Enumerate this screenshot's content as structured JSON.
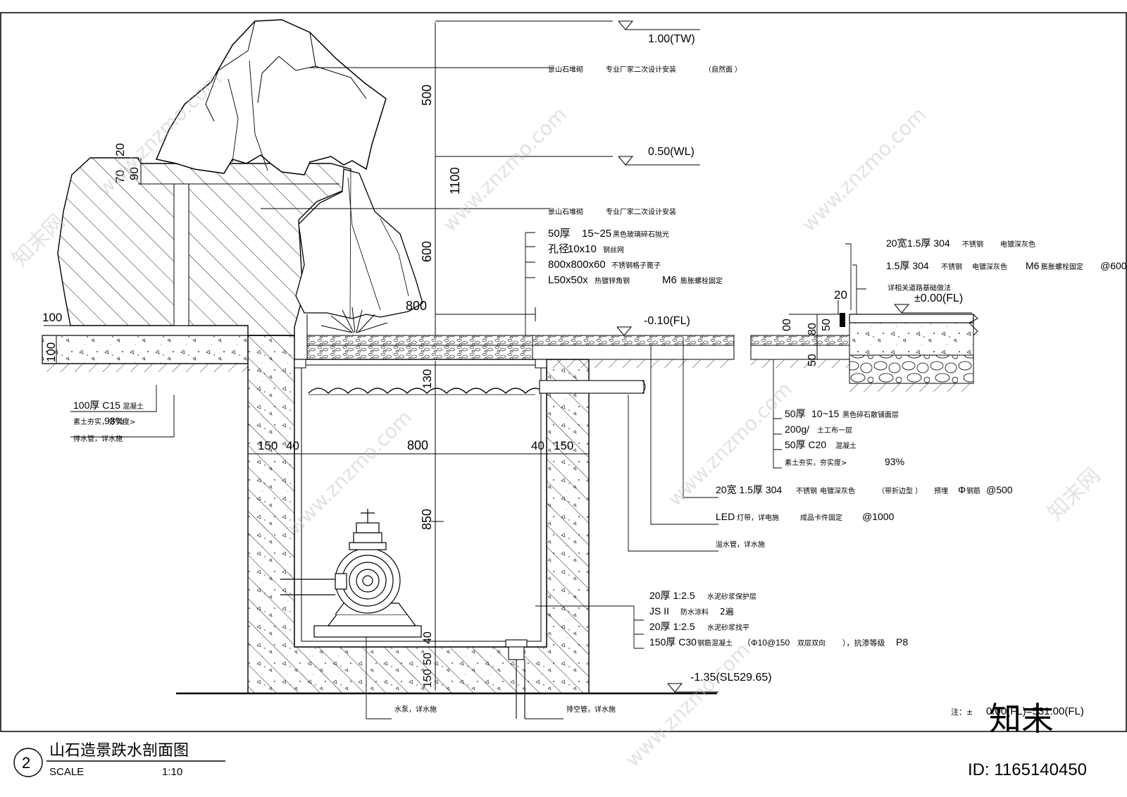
{
  "title_block": {
    "number": "2",
    "title": "山石造景跌水剖面图",
    "scale_label": "SCALE",
    "scale_value": "1:10"
  },
  "elevations": {
    "top_wall": "1.00(TW)",
    "water_level": "0.50(WL)",
    "floor_minus": "-0.10(FL)",
    "floor_zero": "±0.00(FL)",
    "bottom": "-1.35(SL529.65)"
  },
  "dimensions": {
    "rock_500": "500",
    "rock_1100": "1100",
    "rock_600": "600",
    "rock_20": "20",
    "rock_70": "70",
    "rock_90": "90",
    "left_100_h": "100",
    "left_100_v": "100",
    "grate_800": "800",
    "pit_130": "130",
    "pit_150_l": "150",
    "pit_40_l": "40",
    "pit_800": "800",
    "pit_40_r": "40",
    "pit_150_r": "150",
    "pit_850": "850",
    "pit_40_b": "40",
    "pit_50_b": "50",
    "pit_150_b": "150",
    "right_20": "20",
    "right_00": "00",
    "right_80": "80",
    "right_50": "50",
    "right_50b": "50"
  },
  "annotations": {
    "rock_label_1": "景山石堆砌",
    "rock_label_1b": "专业厂家二次设计安装",
    "rock_label_1c": "（自然面    ）",
    "rock_label_2": "景山石堆砌",
    "rock_label_2b": "专业厂家二次设计安装",
    "grate_1a": "50厚",
    "grate_1b": "15~25",
    "grate_1c": "黑色玻璃碎石抛光",
    "grate_2a": "孔径",
    "grate_2b": "10x10",
    "grate_2c": "钢丝网",
    "grate_3a": "800x800x60",
    "grate_3b": "不锈钢格子篦子",
    "grate_4a": "L50x50x",
    "grate_4b": "热镀锌角钢",
    "grate_4c": "M6",
    "grate_4d": "膨胀螺栓固定",
    "edge_1a": "20宽",
    "edge_1b": "1.5厚 304",
    "edge_1c": "不锈钢",
    "edge_1d": "电镀深灰色",
    "edge_2a": "1.5厚 304",
    "edge_2b": "不锈钢",
    "edge_2c": "电镀深灰色",
    "edge_2d": "M6",
    "edge_2e": "膨胀螺栓固定",
    "edge_2f": "@600",
    "edge_3": "详相关道路基础做法",
    "left_1a": "100厚 C15",
    "left_1b": "混凝土",
    "left_2a": "素土夯实，夯实度>",
    "left_2b": "93%",
    "left_3": "排水管，详水施",
    "pave_1a": "50厚",
    "pave_1b": "10~15",
    "pave_1c": "黑色碎石散铺面层",
    "pave_2a": "200g/",
    "pave_2b": "土工布一层",
    "pave_3a": "50厚 C20",
    "pave_3b": "混凝土",
    "pave_4a": "素土夯实，夯实度>",
    "pave_4b": "93%",
    "strip_1a": "20宽 1.5厚 304",
    "strip_1b": "不锈钢",
    "strip_1c": "电镀深灰色",
    "strip_1d": "（带折边型    ）",
    "strip_1e": "预埋",
    "strip_1f": "Φ",
    "strip_1g": "钢筋",
    "strip_1h": "@500",
    "led_1a": "LED",
    "led_1b": "灯带，详电施",
    "led_1c": "成品卡件固定",
    "led_1d": "@1000",
    "overflow": "溢水管，详水施",
    "wall_1a": "20厚 1:2.5",
    "wall_1b": "水泥砂浆保护层",
    "wall_2a": "JS II",
    "wall_2b": "防水涂料",
    "wall_2c": "2遍",
    "wall_3a": "20厚 1:2.5",
    "wall_3b": "水泥砂浆找平",
    "wall_4a": "150厚 C30",
    "wall_4b": "钢筋混凝土",
    "wall_4c": "（Φ10@150",
    "wall_4d": "双层双向",
    "wall_4e": "），抗渗等级",
    "wall_4f": "P8",
    "pump": "水泵，详水施",
    "drain": "排空管，详水施",
    "note_a": "注：±",
    "note_b": "0.00(FL)=531.00(FL)"
  },
  "watermark": {
    "site": "www.znzmo.com",
    "brand": "知末网",
    "logo": "知末",
    "id": "ID: 1165140450"
  }
}
